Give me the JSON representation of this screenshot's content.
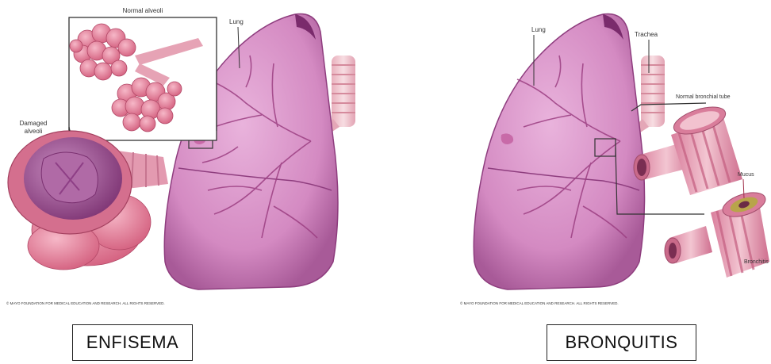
{
  "emphysema": {
    "labels": {
      "normal_alveoli": "Normal alveoli",
      "lung": "Lung",
      "damaged_alveoli_line1": "Damaged",
      "damaged_alveoli_line2": "alveoli"
    },
    "copyright": "© MAYO FOUNDATION FOR MEDICAL EDUCATION AND RESEARCH. ALL RIGHTS RESERVED.",
    "caption": "ENFISEMA"
  },
  "bronchitis": {
    "labels": {
      "lung": "Lung",
      "trachea": "Trachea",
      "normal_bronchial_tube": "Normal bronchial tube",
      "mucus": "Mucus",
      "bronchitis": "Bronchitis"
    },
    "copyright": "© MAYO FOUNDATION FOR MEDICAL EDUCATION AND RESEARCH. ALL RIGHTS RESERVED.",
    "caption": "BRONQUITIS"
  },
  "colors": {
    "lung_fill": "#d98cc4",
    "lung_dark": "#9c4a86",
    "alveoli": "#e07a9a",
    "damaged": "#a34f95",
    "trachea": "#f0c4cc",
    "bronchus": "#e3a0b6"
  }
}
